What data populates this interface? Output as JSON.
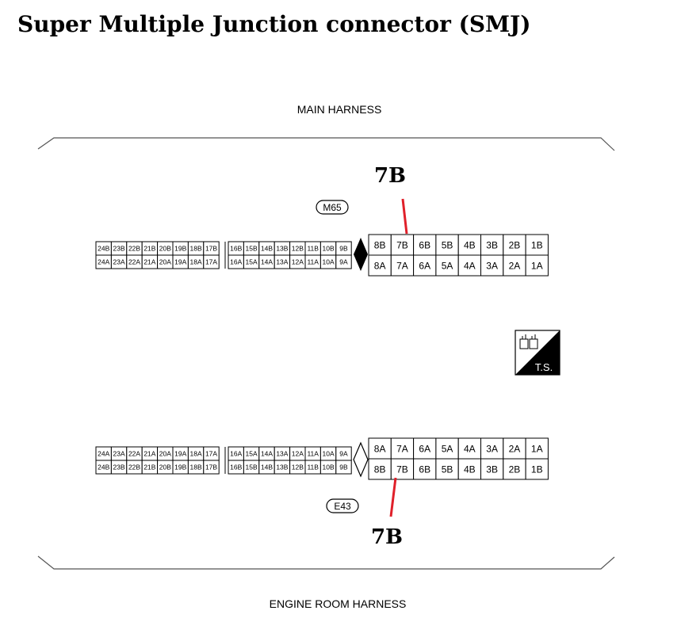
{
  "title": "Super Multiple Junction connector (SMJ)",
  "main_harness_label": "MAIN HARNESS",
  "engine_room_harness_label": "ENGINE ROOM HARNESS",
  "ts_label": "T.S.",
  "top_connector": {
    "id": "M65",
    "callout": "7B",
    "left_upper": [
      "24B",
      "23B",
      "22B",
      "21B",
      "20B",
      "19B",
      "18B",
      "17B"
    ],
    "left_lower": [
      "24A",
      "23A",
      "22A",
      "21A",
      "20A",
      "19A",
      "18A",
      "17A"
    ],
    "mid_upper": [
      "16B",
      "15B",
      "14B",
      "13B",
      "12B",
      "11B",
      "10B",
      "9B"
    ],
    "mid_lower": [
      "16A",
      "15A",
      "14A",
      "13A",
      "12A",
      "11A",
      "10A",
      "9A"
    ],
    "right_upper": [
      "8B",
      "7B",
      "6B",
      "5B",
      "4B",
      "3B",
      "2B",
      "1B"
    ],
    "right_lower": [
      "8A",
      "7A",
      "6A",
      "5A",
      "4A",
      "3A",
      "2A",
      "1A"
    ]
  },
  "bottom_connector": {
    "id": "E43",
    "callout": "7B",
    "left_upper": [
      "24A",
      "23A",
      "22A",
      "21A",
      "20A",
      "19A",
      "18A",
      "17A"
    ],
    "left_lower": [
      "24B",
      "23B",
      "22B",
      "21B",
      "20B",
      "19B",
      "18B",
      "17B"
    ],
    "mid_upper": [
      "16A",
      "15A",
      "14A",
      "13A",
      "12A",
      "11A",
      "10A",
      "9A"
    ],
    "mid_lower": [
      "16B",
      "15B",
      "14B",
      "13B",
      "12B",
      "11B",
      "10B",
      "9B"
    ],
    "right_upper": [
      "8A",
      "7A",
      "6A",
      "5A",
      "4A",
      "3A",
      "2A",
      "1A"
    ],
    "right_lower": [
      "8B",
      "7B",
      "6B",
      "5B",
      "4B",
      "3B",
      "2B",
      "1B"
    ]
  },
  "colors": {
    "highlight": "#e0202a",
    "ink": "#000000"
  }
}
